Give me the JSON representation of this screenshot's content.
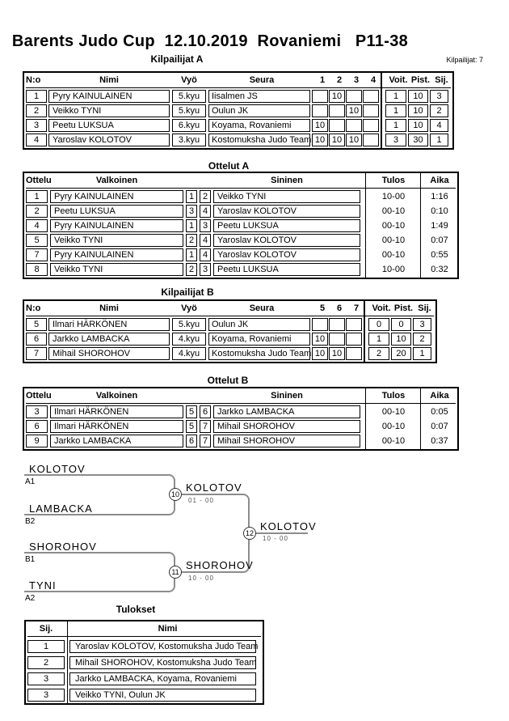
{
  "page": {
    "title": "Barents Judo Cup  12.10.2019  Rovaniemi   P11-38",
    "competitors_count": "Kilpailijat: 7"
  },
  "pool_a": {
    "heading": "Kilpailijat A",
    "headers": {
      "no": "N:o",
      "name": "Nimi",
      "belt": "Vyö",
      "club": "Seura",
      "rounds": [
        "1",
        "2",
        "3",
        "4"
      ],
      "wins": "Voit.",
      "points": "Pist.",
      "place": "Sij."
    },
    "rows": [
      {
        "no": "1",
        "name": "Pyry KAINULAINEN",
        "belt": "5.kyu",
        "club": "Iisalmen JS",
        "r": [
          "",
          "10",
          "",
          ""
        ],
        "wins": "1",
        "points": "10",
        "place": "3"
      },
      {
        "no": "2",
        "name": "Veikko TYNI",
        "belt": "5.kyu",
        "club": "Oulun JK",
        "r": [
          "",
          "",
          "10",
          ""
        ],
        "wins": "1",
        "points": "10",
        "place": "2"
      },
      {
        "no": "3",
        "name": "Peetu LUKSUA",
        "belt": "6.kyu",
        "club": "Koyama, Rovaniemi",
        "r": [
          "10",
          "",
          "",
          ""
        ],
        "wins": "1",
        "points": "10",
        "place": "4"
      },
      {
        "no": "4",
        "name": "Yaroslav KOLOTOV",
        "belt": "3.kyu",
        "club": "Kostomuksha Judo Team",
        "r": [
          "10",
          "10",
          "10",
          ""
        ],
        "wins": "3",
        "points": "30",
        "place": "1"
      }
    ]
  },
  "matches_a": {
    "heading": "Ottelut A",
    "headers": {
      "match": "Ottelu",
      "white": "Valkoinen",
      "blue": "Sininen",
      "result": "Tulos",
      "time": "Aika"
    },
    "rows": [
      {
        "match": "1",
        "white": "Pyry KAINULAINEN",
        "wn": "1",
        "bn": "2",
        "blue": "Veikko TYNI",
        "result": "10-00",
        "time": "1:16"
      },
      {
        "match": "2",
        "white": "Peetu LUKSUA",
        "wn": "3",
        "bn": "4",
        "blue": "Yaroslav KOLOTOV",
        "result": "00-10",
        "time": "0:10"
      },
      {
        "match": "4",
        "white": "Pyry KAINULAINEN",
        "wn": "1",
        "bn": "3",
        "blue": "Peetu LUKSUA",
        "result": "00-10",
        "time": "1:49"
      },
      {
        "match": "5",
        "white": "Veikko TYNI",
        "wn": "2",
        "bn": "4",
        "blue": "Yaroslav KOLOTOV",
        "result": "00-10",
        "time": "0:07"
      },
      {
        "match": "7",
        "white": "Pyry KAINULAINEN",
        "wn": "1",
        "bn": "4",
        "blue": "Yaroslav KOLOTOV",
        "result": "00-10",
        "time": "0:55"
      },
      {
        "match": "8",
        "white": "Veikko TYNI",
        "wn": "2",
        "bn": "3",
        "blue": "Peetu LUKSUA",
        "result": "10-00",
        "time": "0:32"
      }
    ]
  },
  "pool_b": {
    "heading": "Kilpailijat B",
    "headers": {
      "no": "N:o",
      "name": "Nimi",
      "belt": "Vyö",
      "club": "Seura",
      "rounds": [
        "5",
        "6",
        "7"
      ],
      "wins": "Voit.",
      "points": "Pist.",
      "place": "Sij."
    },
    "rows": [
      {
        "no": "5",
        "name": "Ilmari HÄRKÖNEN",
        "belt": "5.kyu",
        "club": "Oulun JK",
        "r": [
          "",
          "",
          ""
        ],
        "wins": "0",
        "points": "0",
        "place": "3"
      },
      {
        "no": "6",
        "name": "Jarkko LAMBACKA",
        "belt": "4.kyu",
        "club": "Koyama, Rovaniemi",
        "r": [
          "10",
          "",
          ""
        ],
        "wins": "1",
        "points": "10",
        "place": "2"
      },
      {
        "no": "7",
        "name": "Mihail SHOROHOV",
        "belt": "4.kyu",
        "club": "Kostomuksha Judo Team",
        "r": [
          "10",
          "10",
          ""
        ],
        "wins": "2",
        "points": "20",
        "place": "1"
      }
    ]
  },
  "matches_b": {
    "heading": "Ottelut B",
    "headers": {
      "match": "Ottelu",
      "white": "Valkoinen",
      "blue": "Sininen",
      "result": "Tulos",
      "time": "Aika"
    },
    "rows": [
      {
        "match": "3",
        "white": "Ilmari HÄRKÖNEN",
        "wn": "5",
        "bn": "6",
        "blue": "Jarkko LAMBACKA",
        "result": "00-10",
        "time": "0:05"
      },
      {
        "match": "6",
        "white": "Ilmari HÄRKÖNEN",
        "wn": "5",
        "bn": "7",
        "blue": "Mihail SHOROHOV",
        "result": "00-10",
        "time": "0:07"
      },
      {
        "match": "9",
        "white": "Jarkko LAMBACKA",
        "wn": "6",
        "bn": "7",
        "blue": "Mihail SHOROHOV",
        "result": "00-10",
        "time": "0:37"
      }
    ]
  },
  "bracket": {
    "slots": [
      {
        "name": "KOLOTOV",
        "seed": "A1"
      },
      {
        "name": "LAMBACKA",
        "seed": "B2"
      },
      {
        "name": "SHOROHOV",
        "seed": "B1"
      },
      {
        "name": "TYNI",
        "seed": "A2"
      }
    ],
    "semifinal_1": {
      "match_no": "10",
      "winner": "KOLOTOV",
      "score": "01 - 00"
    },
    "semifinal_2": {
      "match_no": "11",
      "winner": "SHOROHOV",
      "score": "10 - 00"
    },
    "final": {
      "match_no": "12",
      "winner": "KOLOTOV",
      "score": "10 - 00"
    }
  },
  "results": {
    "heading": "Tulokset",
    "headers": {
      "place": "Sij.",
      "name": "Nimi"
    },
    "rows": [
      {
        "place": "1",
        "name": "Yaroslav KOLOTOV, Kostomuksha Judo Team"
      },
      {
        "place": "2",
        "name": "Mihail SHOROHOV, Kostomuksha Judo Team"
      },
      {
        "place": "3",
        "name": "Jarkko LAMBACKA, Koyama, Rovaniemi"
      },
      {
        "place": "3",
        "name": "Veikko TYNI, Oulun JK"
      }
    ]
  }
}
